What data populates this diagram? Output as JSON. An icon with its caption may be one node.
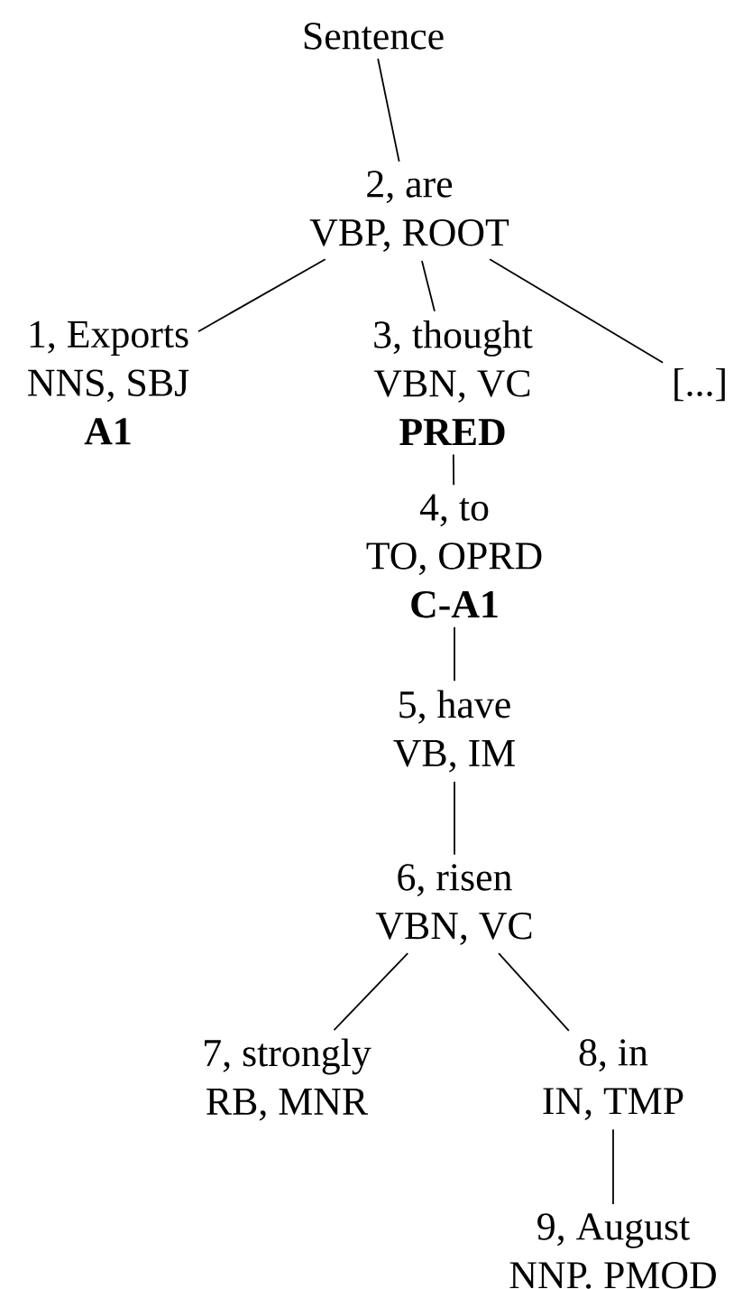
{
  "diagram": {
    "nodes": [
      {
        "text": [
          "Sentence"
        ]
      },
      {
        "text": [
          "2, are",
          "VBP, ROOT"
        ]
      },
      {
        "text": [
          "1, Exports",
          "NNS, SBJ",
          "A1"
        ]
      },
      {
        "text": [
          "3, thought",
          "VBN, VC",
          "PRED"
        ]
      },
      {
        "text": [
          "[...]"
        ]
      },
      {
        "text": [
          "4, to",
          "TO, OPRD",
          "C-A1"
        ]
      },
      {
        "text": [
          "5, have",
          "VB, IM"
        ]
      },
      {
        "text": [
          "6, risen",
          "VBN, VC"
        ]
      },
      {
        "text": [
          "7, strongly",
          "RB, MNR"
        ]
      },
      {
        "text": [
          "8, in",
          "IN, TMP"
        ]
      },
      {
        "text": [
          "9, August",
          "NNP. PMOD"
        ]
      }
    ],
    "edges": [
      {
        "from": 0,
        "to": 1,
        "arrow": "none"
      },
      {
        "from": 1,
        "to": 2,
        "arrow": "none"
      },
      {
        "from": 1,
        "to": 3,
        "arrow": "none"
      },
      {
        "from": 1,
        "to": 4,
        "arrow": "none"
      },
      {
        "from": 3,
        "to": 5,
        "arrow": "none"
      },
      {
        "from": 5,
        "to": 6,
        "arrow": "none"
      },
      {
        "from": 6,
        "to": 7,
        "arrow": "none"
      },
      {
        "from": 7,
        "to": 8,
        "arrow": "none"
      },
      {
        "from": 7,
        "to": 9,
        "arrow": "none"
      },
      {
        "from": 9,
        "to": 10,
        "arrow": "none"
      }
    ]
  }
}
